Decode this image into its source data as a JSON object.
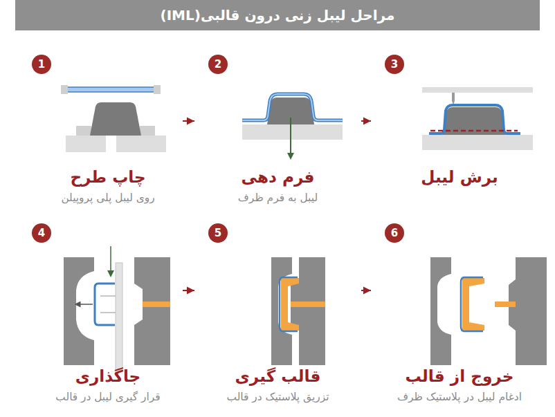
{
  "diagram": {
    "title": "مراحل لیبل زنی درون قالبی(IML)",
    "nodes": [
      {
        "text": [
          "چاپ طرح",
          "روی لیبل پلی پروپیلن"
        ]
      },
      {
        "text": [
          "1"
        ],
        "in": 0
      },
      {
        "text": [
          "فرم دهی",
          "لیبل به فرم ظرف"
        ]
      },
      {
        "text": [
          "2"
        ],
        "in": 2
      },
      {
        "text": [
          "برش لیبل"
        ]
      },
      {
        "text": [
          "3"
        ],
        "in": 4
      },
      {
        "text": [
          "جاگذاری",
          "قرار گیری لیبل در قالب"
        ]
      },
      {
        "text": [
          "4"
        ],
        "in": 6
      },
      {
        "text": [
          "قالب گیری",
          "تزریق پلاستیک در قالب"
        ]
      },
      {
        "text": [
          "5"
        ],
        "in": 8
      },
      {
        "text": [
          "خروج از قالب",
          "ادغام لیبل در پلاستیک ظرف"
        ]
      },
      {
        "text": [
          "6"
        ],
        "in": 10
      }
    ],
    "edges": [
      {
        "from": 0,
        "to": 2,
        "arrow": "to"
      },
      {
        "from": 2,
        "to": 4,
        "arrow": "to"
      },
      {
        "from": 6,
        "to": 8,
        "arrow": "to"
      },
      {
        "from": 8,
        "to": 10,
        "arrow": "to"
      }
    ]
  }
}
